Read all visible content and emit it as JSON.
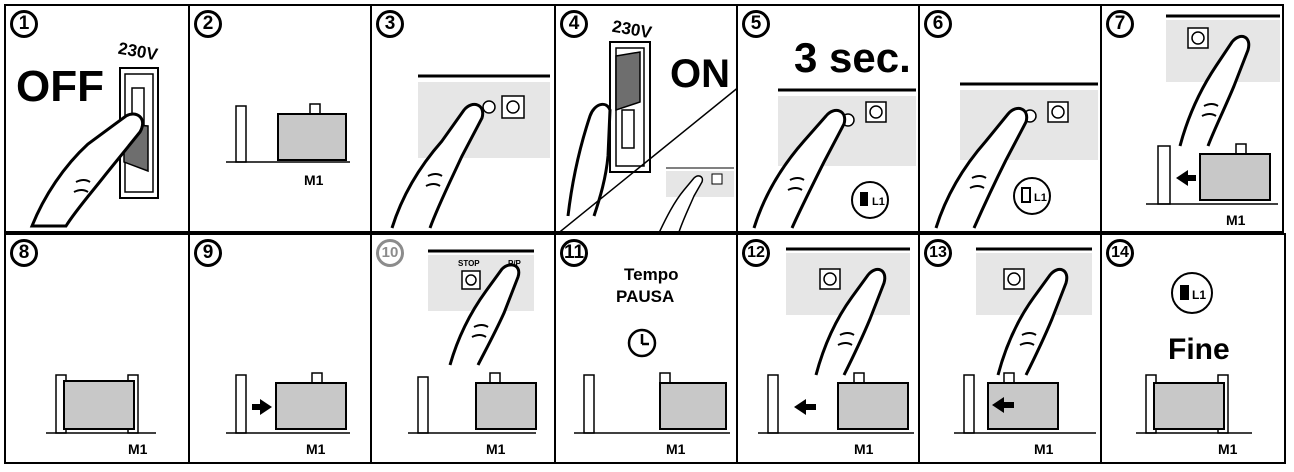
{
  "panels": [
    {
      "n": "1",
      "lines": [
        "OFF"
      ],
      "volt": "230V"
    },
    {
      "n": "2",
      "motor": "M1"
    },
    {
      "n": "3"
    },
    {
      "n": "4",
      "volt": "230V",
      "lines": [
        "ON"
      ]
    },
    {
      "n": "5",
      "lines": [
        "3 sec."
      ]
    },
    {
      "n": "6"
    },
    {
      "n": "7",
      "motor": "M1"
    },
    {
      "n": "8",
      "motor": "M1"
    },
    {
      "n": "9",
      "motor": "M1"
    },
    {
      "n": "10",
      "motor": "M1",
      "labels": [
        "STOP",
        "P/P"
      ]
    },
    {
      "n": "11",
      "motor": "M1",
      "lines": [
        "Tempo",
        "PAUSA"
      ]
    },
    {
      "n": "12",
      "motor": "M1"
    },
    {
      "n": "13",
      "motor": "M1"
    },
    {
      "n": "14",
      "motor": "M1",
      "lines": [
        "Fine"
      ]
    }
  ],
  "colors": {
    "box": "#c8c8c8",
    "board": "#e6e6e6",
    "line": "#000000",
    "switch": "#6e6e6e"
  }
}
